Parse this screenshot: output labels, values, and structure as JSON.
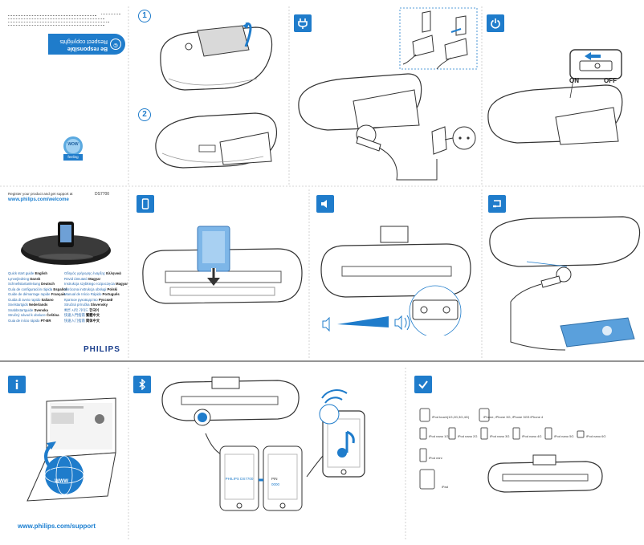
{
  "cover": {
    "register_line": "Register your product and get support at",
    "url": "www.philips.com/welcome",
    "model": "DS7700",
    "languages": [
      {
        "label": "Quick start guide",
        "lang": "English"
      },
      {
        "label": "Lynvejledning",
        "lang": "Dansk"
      },
      {
        "label": "Schnellstartanleitung",
        "lang": "Deutsch"
      },
      {
        "label": "Guía de configuración rápida",
        "lang": "Español"
      },
      {
        "label": "Guide de démarrage rapide",
        "lang": "Français"
      },
      {
        "label": "Guida di avvio rapido",
        "lang": "Italiano"
      },
      {
        "label": "Snelstartgids",
        "lang": "Nederlands"
      },
      {
        "label": "Snabbstartguide",
        "lang": "Svenska"
      },
      {
        "label": "Stručný návod k obsluze",
        "lang": "Čeština"
      },
      {
        "label": "Guia de início rápido",
        "lang": "PT-BR"
      }
    ],
    "languages_2": [
      {
        "label": "Οδηγός γρήγορης έναρξης",
        "lang": "Ελληνικά"
      },
      {
        "label": "Rövid útmutató",
        "lang": "Magyar"
      },
      {
        "label": "Instrukcja szybkiego rozpoczęcia",
        "lang": "Magyar"
      },
      {
        "label": "Skrócona instrukcja obsługi",
        "lang": "Polski"
      },
      {
        "label": "Manual de Início Rápido",
        "lang": "Português"
      },
      {
        "label": "Краткое руководство",
        "lang": "Русский"
      },
      {
        "label": "Stručná príručka",
        "lang": "Slovensky"
      },
      {
        "label": "빠른 시작 가이드",
        "lang": "한국어"
      },
      {
        "label": "快速入門指南",
        "lang": "繁體中文"
      },
      {
        "label": "快速入门指南",
        "lang": "简体中文"
      }
    ],
    "brand": "PHILIPS"
  },
  "back_panel": {
    "respond_line1": "Be responsible",
    "respond_line2": "Respect copyrights",
    "badge_text": "feeling",
    "badge_top": "WOW"
  },
  "steps": {
    "step1": "1",
    "step2": "2",
    "on": "ON",
    "off": "OFF"
  },
  "support": {
    "url": "www.philips.com/support",
    "globe_text": "WWW"
  },
  "bluetooth": {
    "device_name": "PHILIPS DS7700",
    "pin_label": "PIN",
    "pin_value": "0000"
  },
  "compat": {
    "devices": [
      "iPod touch(1G,2G,3G,4G)",
      "iPhone, iPhone 3G, iPhone 3GS iPhone 4",
      "iPod nano 1G",
      "iPod nano 2G",
      "iPod nano 3G",
      "iPod nano 4G",
      "iPod nano 5G",
      "iPod nano 6G",
      "iPod mini",
      "iPad"
    ]
  },
  "colors": {
    "accent": "#1f7ccb",
    "line": "#6a6a6a"
  }
}
